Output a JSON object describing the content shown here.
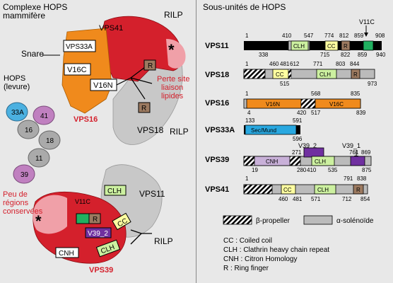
{
  "left": {
    "title_line1": "Complexe HOPS",
    "title_line2": "mammifère",
    "snare": "Snare",
    "rilp_top": "RILP",
    "rilp_mid": "RILP",
    "rilp_bottom": "RILP",
    "vps41": "VPS41",
    "vps33a": "VPS33A",
    "v16c": "V16C",
    "v16n": "V16N",
    "vps16": "VPS16",
    "vps18": "VPS18",
    "r": "R",
    "perte_line1": "Perte site",
    "perte_line2": "liaison",
    "perte_line3": "lipides",
    "hops_line1": "HOPS",
    "hops_line2": "(levure)",
    "yeast_33a": "33A",
    "yeast_41": "41",
    "yeast_16": "16",
    "yeast_18": "18",
    "yeast_11": "11",
    "yeast_39": "39",
    "star": "*",
    "vps11": "VPS11",
    "clh": "CLH",
    "v11c": "V11C",
    "cc": "CC",
    "v39_2": "V39_2",
    "cnh": "CNH",
    "vps39": "VPS39",
    "peu_line1": "Peu de",
    "peu_line2": "régions",
    "peu_line3": "conservées"
  },
  "right": {
    "title": "Sous-unités de HOPS",
    "proteins": [
      {
        "name": "VPS11",
        "top_nums": [
          "1",
          "410",
          "547",
          "774",
          "812",
          "859",
          "908"
        ],
        "bottom_nums": [
          "338",
          "715",
          "822",
          "859",
          "940"
        ],
        "domains": [
          "CLH",
          "CC",
          "R"
        ],
        "marker": "V11C"
      },
      {
        "name": "VPS18",
        "top_nums": [
          "1",
          "460",
          "481",
          "612",
          "771",
          "803",
          "844"
        ],
        "bottom_nums": [
          "515",
          "973"
        ],
        "domains": [
          "CC",
          "CLH",
          "R"
        ]
      },
      {
        "name": "VPS16",
        "top_nums": [
          "1",
          "568",
          "835"
        ],
        "bottom_nums": [
          "4",
          "420",
          "517",
          "839"
        ],
        "domains": [
          "V16N",
          "V16C"
        ]
      },
      {
        "name": "VPS33A",
        "top_nums": [
          "133",
          "591"
        ],
        "bottom_nums": [
          "596"
        ],
        "domains": [
          "Sec/Mund"
        ]
      },
      {
        "name": "VPS39",
        "top_nums": [
          "271",
          "761",
          "869"
        ],
        "bottom_nums": [
          "19",
          "280",
          "410",
          "535",
          "875"
        ],
        "domains": [
          "CNH",
          "CLH"
        ],
        "markers": [
          "V39_2",
          "V39_1"
        ]
      },
      {
        "name": "VPS41",
        "top_nums": [
          "1",
          "791",
          "838"
        ],
        "bottom_nums": [
          "460",
          "481",
          "571",
          "712",
          "854"
        ],
        "domains": [
          "CC",
          "CLH",
          "R"
        ]
      }
    ],
    "legend": {
      "beta": "β-propeller",
      "alpha": "α-solénoïde",
      "abbr": [
        "CC : Coiled coil",
        "CLH : Clathrin heavy chain repeat",
        "CNH : Citron Homology",
        "R : Ring finger"
      ]
    }
  }
}
